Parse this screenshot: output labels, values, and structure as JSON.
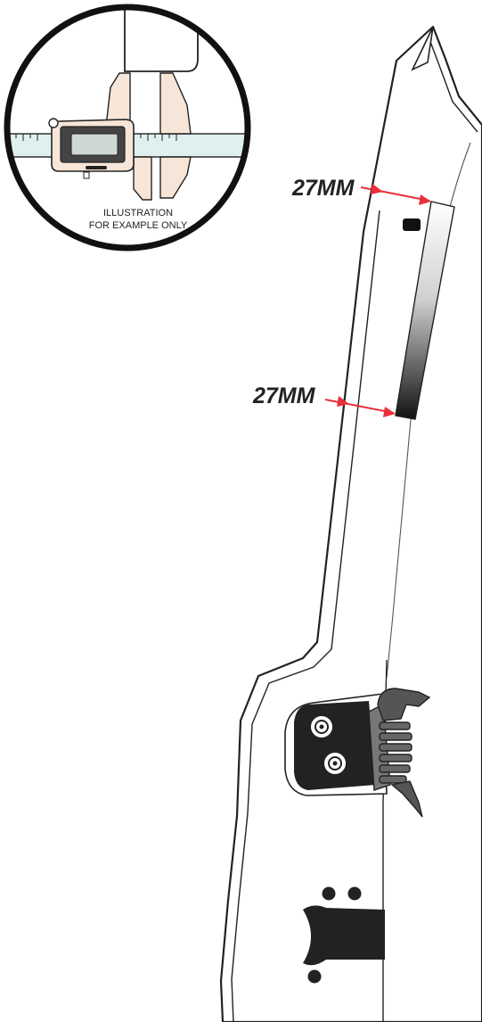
{
  "diagram": {
    "measurements": [
      {
        "label": "27MM"
      },
      {
        "label": "27MM"
      }
    ],
    "inset": {
      "caption_line1": "ILLUSTRATION",
      "caption_line2": "FOR EXAMPLE ONLY"
    },
    "colors": {
      "arrow": "#e8303a",
      "outline": "#222222",
      "caliper_fill": "#f7e6d8",
      "ruler_fill": "#dff0ee",
      "bracket_fill": "#222222"
    },
    "icons": {
      "inset": "caliper-icon",
      "hinge": "door-hinge-icon",
      "handle": "door-handle-icon"
    }
  }
}
